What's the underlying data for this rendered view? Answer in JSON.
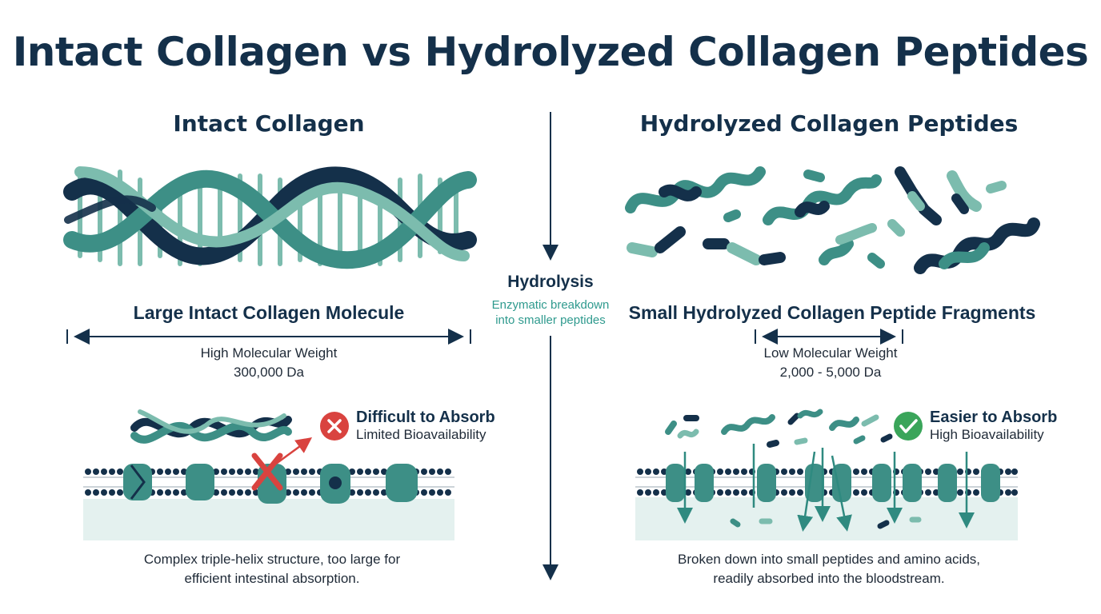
{
  "title": "Intact Collagen vs Hydrolyzed Collagen Peptides",
  "left": {
    "heading": "Intact Collagen",
    "molecule_label": "Large Intact Collagen Molecule",
    "weight_label": "High Molecular Weight",
    "weight_value": "300,000 Da",
    "absorb_title": "Difficult to Absorb",
    "absorb_sub": "Limited Bioavailability",
    "description_line1": "Complex triple-helix structure, too large for",
    "description_line2": "efficient intestinal absorption."
  },
  "center": {
    "process_label": "Hydrolysis",
    "process_desc_line1": "Enzymatic breakdown",
    "process_desc_line2": "into smaller peptides"
  },
  "right": {
    "heading": "Hydrolyzed Collagen Peptides",
    "molecule_label": "Small Hydrolyzed Collagen Peptide Fragments",
    "weight_label": "Low Molecular Weight",
    "weight_value": "2,000 - 5,000 Da",
    "absorb_title": "Easier to Absorb",
    "absorb_sub": "High Bioavailability",
    "description_line1": "Broken down into small peptides and amino acids,",
    "description_line2": "readily absorbed into the bloodstream."
  },
  "colors": {
    "navy": "#14304a",
    "teal": "#3d8f86",
    "light_teal": "#7cbcae",
    "red": "#d9433f",
    "green": "#3aa55a"
  }
}
